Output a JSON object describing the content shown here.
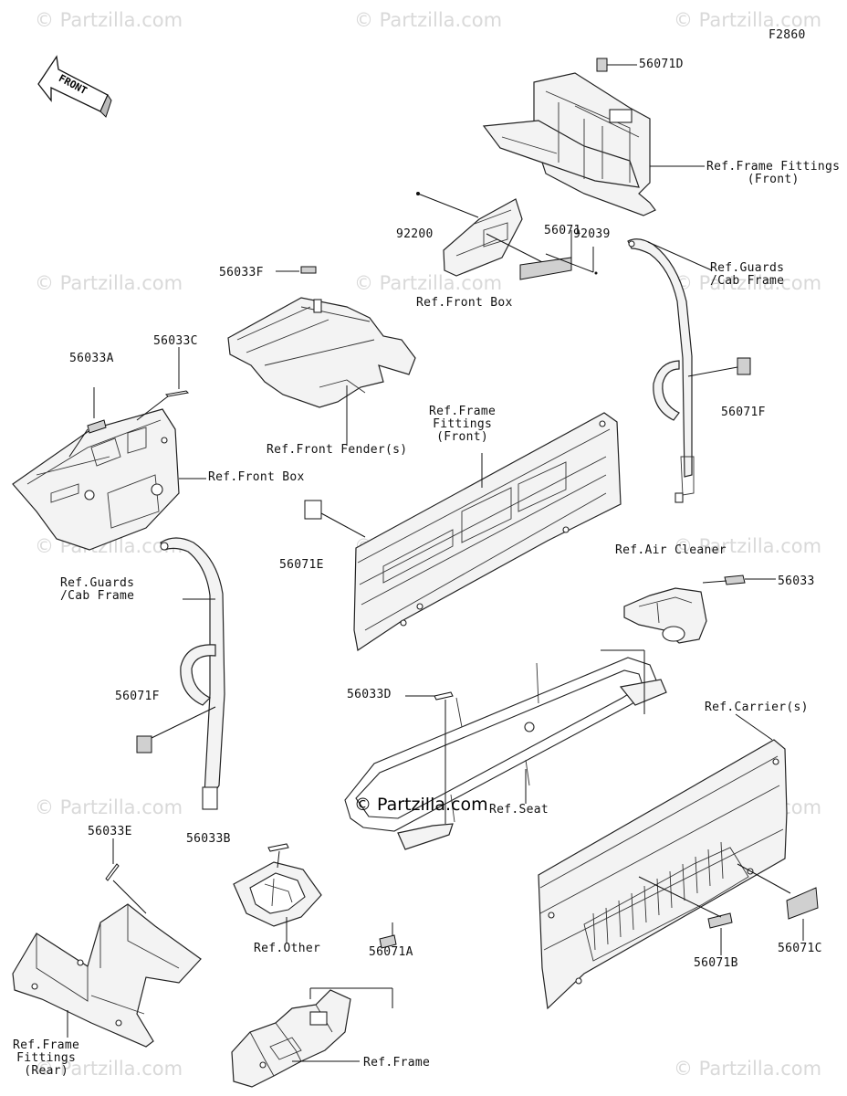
{
  "figure_code": "F2860",
  "front_arrow_label": "FRONT",
  "watermark": "© Partzilla.com",
  "center_watermark": "© Partzilla.com",
  "part_labels": {
    "p56071D": "56071D",
    "p92200": "92200",
    "p56071": "56071",
    "p92039": "92039",
    "p56033F": "56033F",
    "p56033A": "56033A",
    "p56033C": "56033C",
    "p56071F_right": "56071F",
    "p56071E": "56071E",
    "p56033": "56033",
    "p56071F_left": "56071F",
    "p56033D": "56033D",
    "p56033E": "56033E",
    "p56033B": "56033B",
    "p56071A": "56071A",
    "p56071B": "56071B",
    "p56071C": "56071C"
  },
  "ref_labels": {
    "frame_fittings_front_top": "Ref.Frame Fittings\n(Front)",
    "front_box_top": "Ref.Front Box",
    "guards_cab_frame_right": "Ref.Guards\n/Cab Frame",
    "front_fenders": "Ref.Front Fender(s)",
    "front_box_left": "Ref.Front Box",
    "frame_fittings_front_mid": "Ref.Frame\nFittings\n(Front)",
    "guards_cab_frame_left": "Ref.Guards\n/Cab Frame",
    "air_cleaner": "Ref.Air Cleaner",
    "carriers": "Ref.Carrier(s)",
    "seat": "Ref.Seat",
    "other": "Ref.Other",
    "frame_fittings_rear": "Ref.Frame\nFittings\n(Rear)",
    "frame": "Ref.Frame"
  }
}
